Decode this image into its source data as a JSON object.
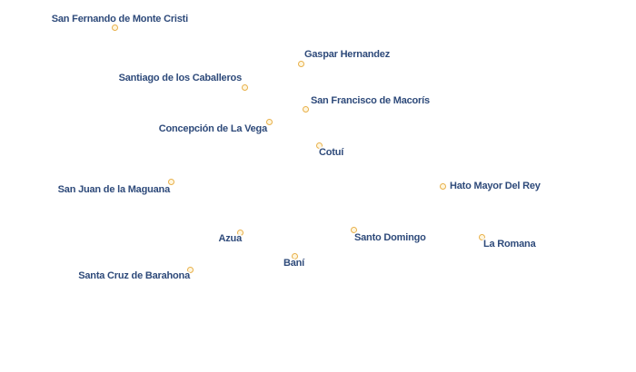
{
  "map": {
    "cities": [
      {
        "id": "monte-cristi",
        "name": "San Fernando de Monte Cristi"
      },
      {
        "id": "gaspar-hernandez",
        "name": "Gaspar Hernandez"
      },
      {
        "id": "santiago",
        "name": "Santiago de los Caballeros"
      },
      {
        "id": "san-francisco-de-macoris",
        "name": "San Francisco de Macorís"
      },
      {
        "id": "la-vega",
        "name": "Concepción de La Vega"
      },
      {
        "id": "cotui",
        "name": "Cotuí"
      },
      {
        "id": "san-juan",
        "name": "San Juan de la Maguana"
      },
      {
        "id": "hato-mayor",
        "name": "Hato Mayor Del Rey"
      },
      {
        "id": "azua",
        "name": "Azua"
      },
      {
        "id": "santo-domingo",
        "name": "Santo Domingo"
      },
      {
        "id": "la-romana",
        "name": "La Romana"
      },
      {
        "id": "bani",
        "name": "Baní"
      },
      {
        "id": "barahona",
        "name": "Santa Cruz de Barahona"
      }
    ]
  },
  "colors": {
    "label": "#2e4a7a",
    "marker_stroke": "#e8b04a",
    "marker_fill": "#fff6de",
    "background": "#ffffff"
  }
}
